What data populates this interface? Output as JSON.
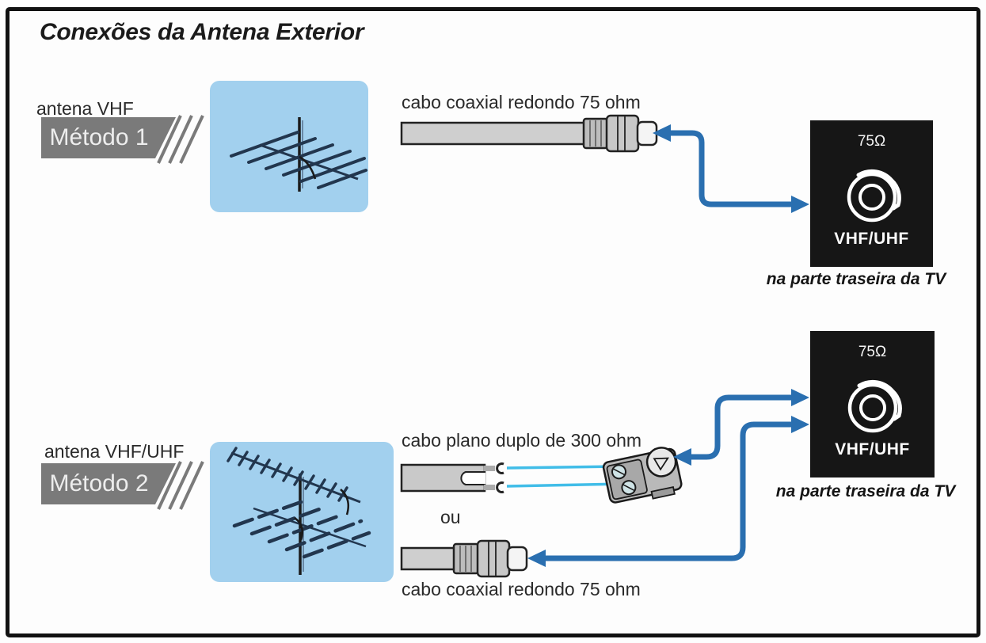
{
  "title": "Conexões da Antena Exterior",
  "method1": {
    "antenna_label": "antena VHF",
    "badge_label": "Método 1",
    "cable_label": "cabo coaxial redondo 75 ohm",
    "panel": {
      "impedance_label": "75Ω",
      "terminal_label": "VHF/UHF"
    },
    "caption": "na parte traseira da TV"
  },
  "method2": {
    "antenna_label": "antena VHF/UHF",
    "badge_label": "Método 2",
    "flat_cable_label": "cabo plano duplo de 300 ohm",
    "or_label": "ou",
    "coax_cable_label": "cabo coaxial redondo 75 ohm",
    "panel": {
      "impedance_label": "75Ω",
      "terminal_label": "VHF/UHF"
    },
    "caption": "na parte traseira da TV"
  },
  "colors": {
    "arrow_blue": "#2a6fb0",
    "twin_lead_wire_blue": "#41bde8",
    "antenna_background_blue": "#a2d0ee",
    "badge_gray": "#7a7a7a",
    "panel_black": "#161616"
  }
}
